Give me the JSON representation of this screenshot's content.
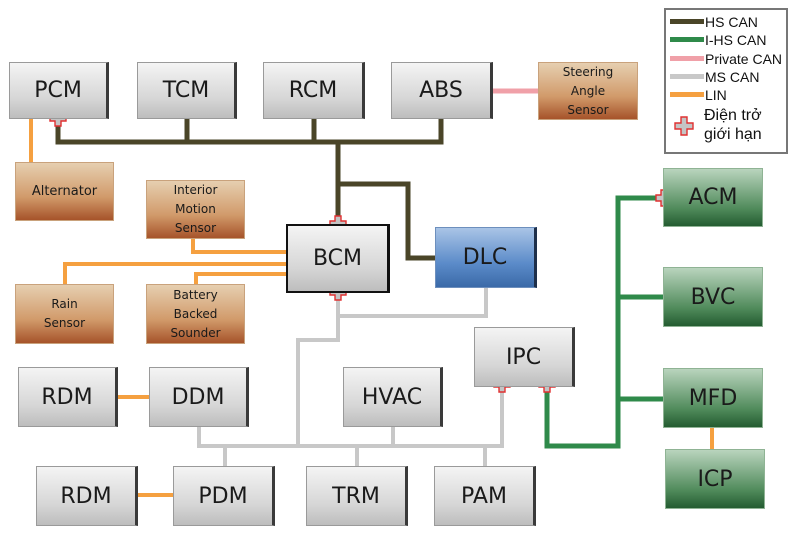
{
  "colors": {
    "hs_can": "#4a4528",
    "ihs_can": "#2f8a4a",
    "private_can": "#f0a0a8",
    "ms_can": "#c8c8c8",
    "lin": "#f5a040",
    "resistor_stroke": "#e03030",
    "resistor_fill": "#c4c4c4"
  },
  "legend": {
    "items": [
      {
        "key": "hs_can",
        "label": "HS CAN"
      },
      {
        "key": "ihs_can",
        "label": "I-HS CAN"
      },
      {
        "key": "private_can",
        "label": "Private CAN"
      },
      {
        "key": "ms_can",
        "label": "MS CAN"
      },
      {
        "key": "lin",
        "label": "LIN"
      }
    ],
    "resistor_label_line1": "Điện trở",
    "resistor_label_line2": "giới hạn"
  },
  "modules": {
    "pcm": "PCM",
    "tcm": "TCM",
    "rcm": "RCM",
    "abs": "ABS",
    "steering": [
      "Steering",
      "Angle",
      "Sensor"
    ],
    "alternator": "Alternator",
    "interior": [
      "Interior",
      "Motion",
      "Sensor"
    ],
    "bcm": "BCM",
    "dlc": "DLC",
    "rain": [
      "Rain",
      "Sensor"
    ],
    "battery": [
      "Battery",
      "Backed",
      "Sounder"
    ],
    "acm": "ACM",
    "bvc": "BVC",
    "ipc": "IPC",
    "mfd": "MFD",
    "icp": "ICP",
    "rdm1": "RDM",
    "ddm": "DDM",
    "hvac": "HVAC",
    "rdm2": "RDM",
    "pdm": "PDM",
    "trm": "TRM",
    "pam": "PAM"
  }
}
